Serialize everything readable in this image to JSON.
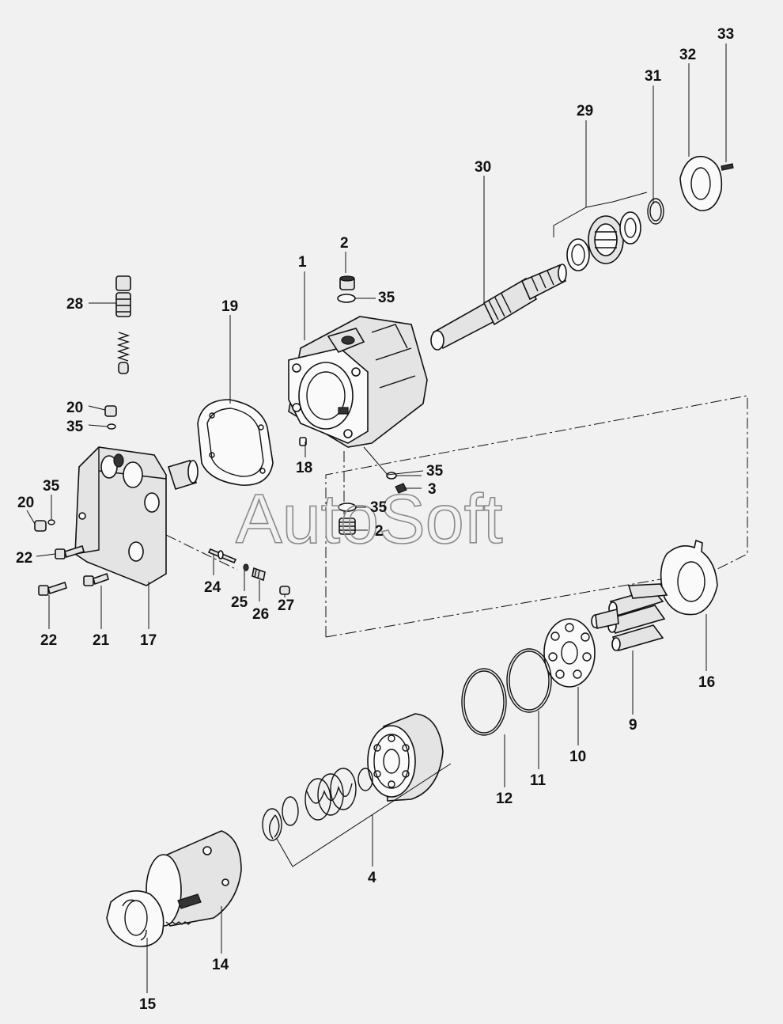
{
  "watermark": "AutoSoft",
  "callouts": {
    "c1": "1",
    "c2a": "2",
    "c2b": "2",
    "c3": "3",
    "c4": "4",
    "c9": "9",
    "c10": "10",
    "c11": "11",
    "c12": "12",
    "c14": "14",
    "c15": "15",
    "c16": "16",
    "c17": "17",
    "c18": "18",
    "c19": "19",
    "c20a": "20",
    "c20b": "20",
    "c21": "21",
    "c22a": "22",
    "c22b": "22",
    "c24": "24",
    "c25": "25",
    "c26": "26",
    "c27": "27",
    "c28": "28",
    "c29": "29",
    "c30": "30",
    "c31": "31",
    "c32": "32",
    "c33": "33",
    "c35a": "35",
    "c35b": "35",
    "c35c": "35",
    "c35d": "35",
    "c35e": "35"
  }
}
